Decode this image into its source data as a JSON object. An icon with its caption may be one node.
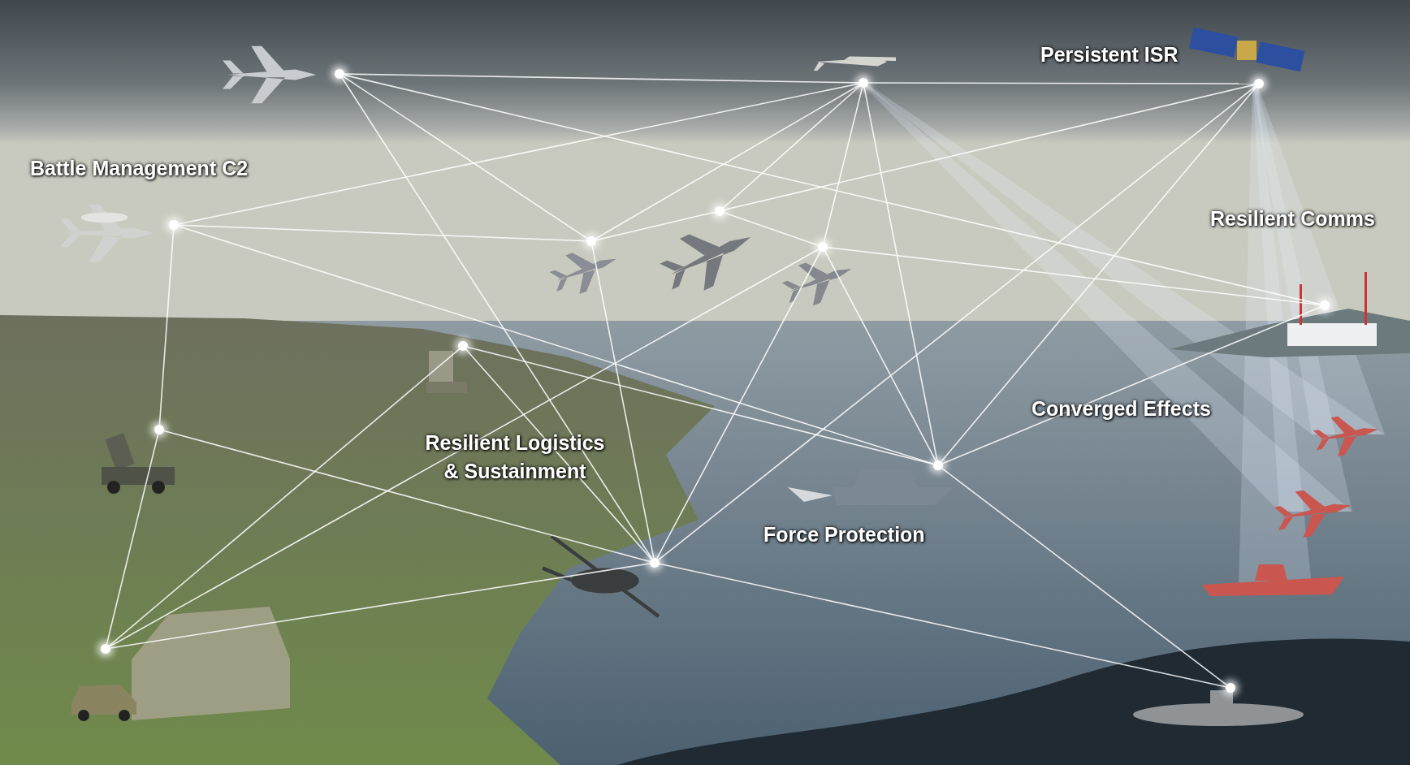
{
  "diagram": {
    "nodes": [
      {
        "text": [],
        "shape": "circle"
      },
      {
        "text": [],
        "shape": "circle"
      },
      {
        "text": [],
        "shape": "circle"
      },
      {
        "text": [],
        "shape": "circle"
      },
      {
        "text": [],
        "shape": "circle"
      },
      {
        "text": [],
        "shape": "circle"
      },
      {
        "text": [],
        "shape": "circle"
      },
      {
        "text": [],
        "shape": "circle"
      },
      {
        "text": [],
        "shape": "circle"
      },
      {
        "text": [],
        "shape": "circle"
      },
      {
        "text": [],
        "shape": "circle"
      },
      {
        "text": [],
        "shape": "circle"
      },
      {
        "text": [],
        "shape": "circle"
      },
      {
        "text": [],
        "shape": "circle"
      }
    ],
    "edges": [
      {
        "from": 0,
        "to": 1,
        "arrow": "none"
      },
      {
        "from": 1,
        "to": 2,
        "arrow": "none"
      },
      {
        "from": 0,
        "to": 4,
        "arrow": "none"
      },
      {
        "from": 0,
        "to": 11,
        "arrow": "none"
      },
      {
        "from": 0,
        "to": 7,
        "arrow": "none"
      },
      {
        "from": 3,
        "to": 1,
        "arrow": "none"
      },
      {
        "from": 3,
        "to": 4,
        "arrow": "none"
      },
      {
        "from": 3,
        "to": 10,
        "arrow": "none"
      },
      {
        "from": 3,
        "to": 9,
        "arrow": "none"
      },
      {
        "from": 9,
        "to": 12,
        "arrow": "none"
      },
      {
        "from": 9,
        "to": 11,
        "arrow": "none"
      },
      {
        "from": 12,
        "to": 8,
        "arrow": "none"
      },
      {
        "from": 12,
        "to": 6,
        "arrow": "none"
      },
      {
        "from": 12,
        "to": 11,
        "arrow": "none"
      },
      {
        "from": 8,
        "to": 11,
        "arrow": "none"
      },
      {
        "from": 8,
        "to": 10,
        "arrow": "none"
      },
      {
        "from": 11,
        "to": 2,
        "arrow": "none"
      },
      {
        "from": 11,
        "to": 13,
        "arrow": "none"
      },
      {
        "from": 11,
        "to": 4,
        "arrow": "none"
      },
      {
        "from": 11,
        "to": 6,
        "arrow": "none"
      },
      {
        "from": 1,
        "to": 4,
        "arrow": "none"
      },
      {
        "from": 1,
        "to": 5,
        "arrow": "none"
      },
      {
        "from": 1,
        "to": 6,
        "arrow": "none"
      },
      {
        "from": 1,
        "to": 10,
        "arrow": "none"
      },
      {
        "from": 5,
        "to": 6,
        "arrow": "none"
      },
      {
        "from": 6,
        "to": 10,
        "arrow": "none"
      },
      {
        "from": 6,
        "to": 7,
        "arrow": "none"
      },
      {
        "from": 2,
        "to": 10,
        "arrow": "none"
      },
      {
        "from": 2,
        "to": 4,
        "arrow": "none"
      },
      {
        "from": 10,
        "to": 13,
        "arrow": "none"
      },
      {
        "from": 10,
        "to": 7,
        "arrow": "none"
      }
    ],
    "labels": [
      "Persistent ISR",
      "Battle Management C2",
      "Resilient Comms",
      "Converged Effects",
      "Resilient Logistics & Sustainment",
      "Force Protection"
    ]
  }
}
